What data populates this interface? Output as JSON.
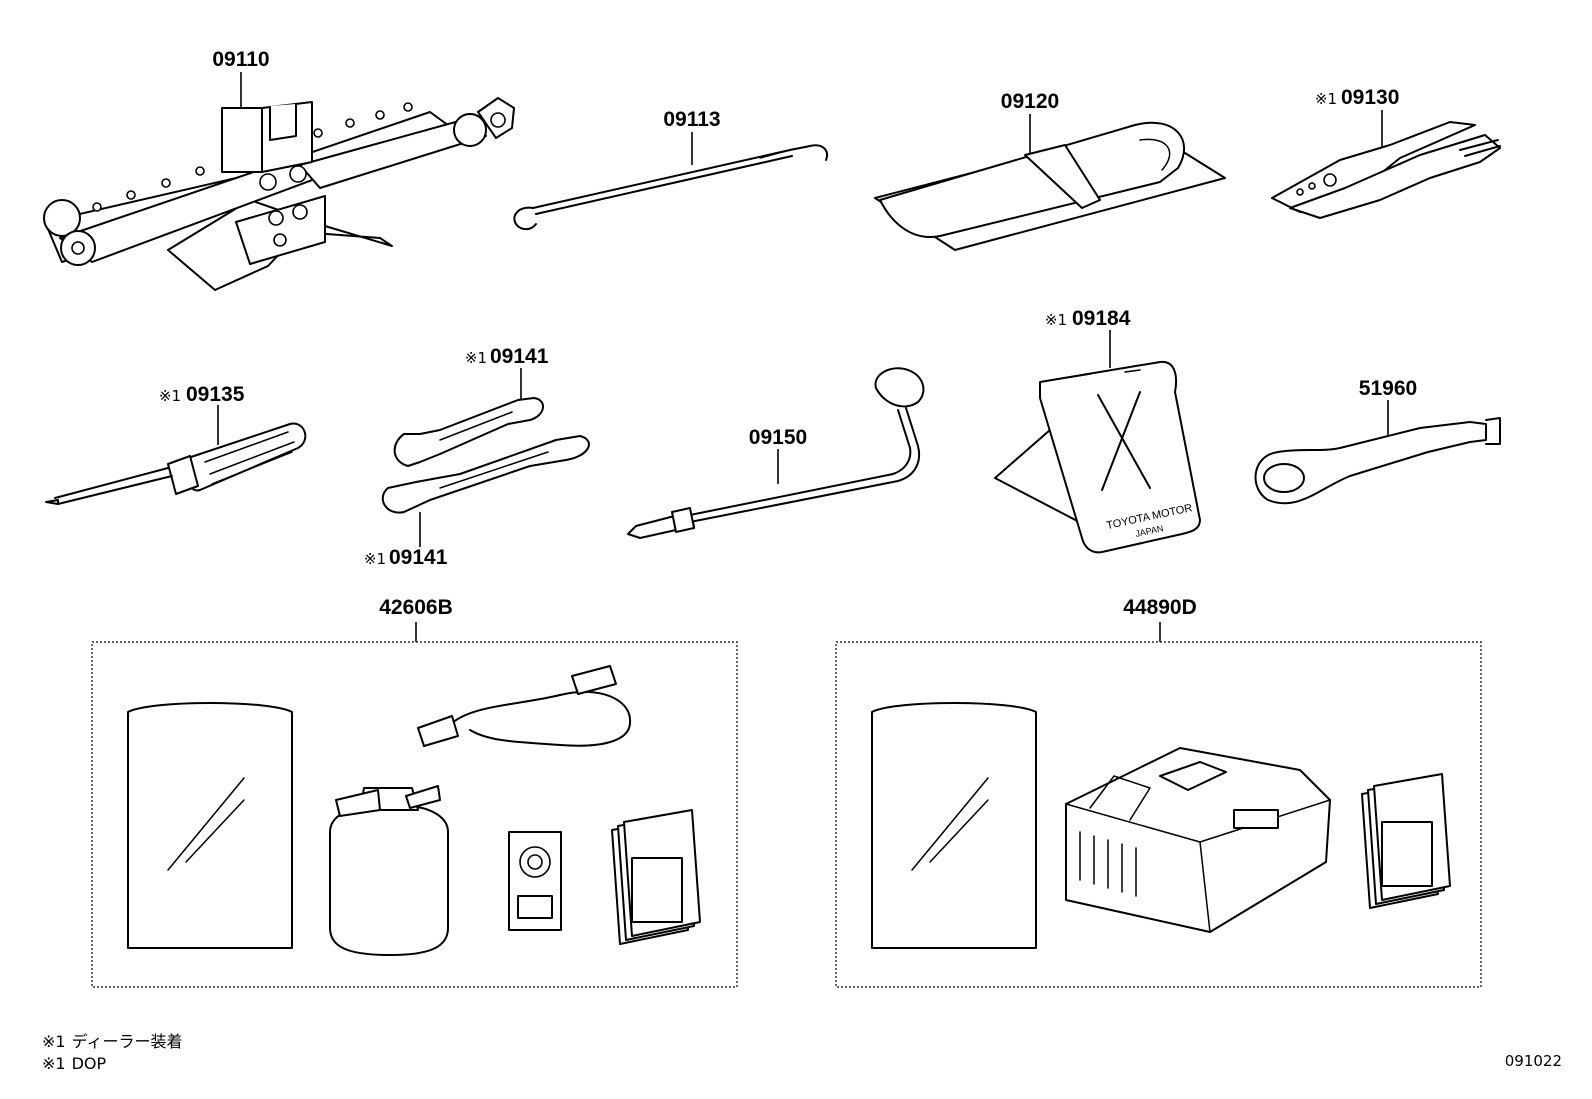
{
  "parts": [
    {
      "code": "09110",
      "mark": ""
    },
    {
      "code": "09113",
      "mark": ""
    },
    {
      "code": "09120",
      "mark": ""
    },
    {
      "code": "09130",
      "mark": "※1"
    },
    {
      "code": "09135",
      "mark": "※1"
    },
    {
      "code": "09141",
      "mark": "※1"
    },
    {
      "code": "09141",
      "mark": "※1"
    },
    {
      "code": "09150",
      "mark": ""
    },
    {
      "code": "09184",
      "mark": "※1"
    },
    {
      "code": "51960",
      "mark": ""
    },
    {
      "code": "42606B",
      "mark": ""
    },
    {
      "code": "44890D",
      "mark": ""
    }
  ],
  "warning_card": {
    "line1": "TOYOTA MOTOR",
    "line2": "JAPAN"
  },
  "legend": [
    {
      "mark": "※1",
      "text": "ディーラー装着"
    },
    {
      "mark": "※1",
      "text": "DOP"
    }
  ],
  "figure_code": "091022",
  "icons": [
    "scissor-jack-icon",
    "jack-handle-icon",
    "tool-bag-icon",
    "pliers-icon",
    "screwdriver-icon",
    "wrench-icon",
    "wheel-nut-wrench-icon",
    "warning-triangle-icon",
    "towing-eye-icon",
    "sealant-bottle-icon",
    "air-hose-icon",
    "compressor-icon",
    "manual-icon",
    "sticker-icon",
    "plastic-bag-icon"
  ]
}
